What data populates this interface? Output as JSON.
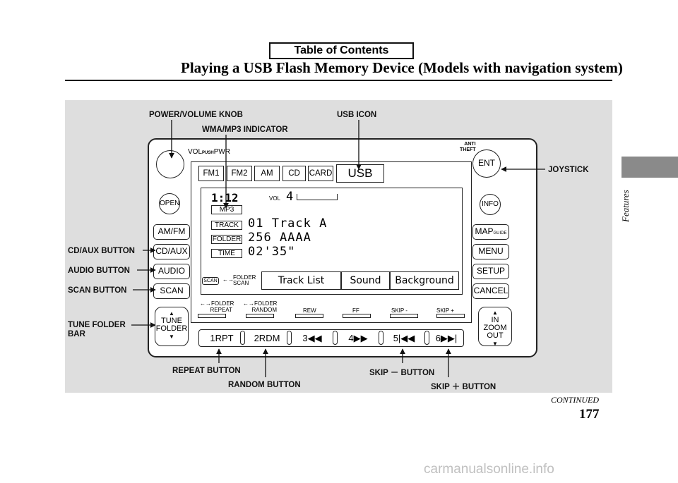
{
  "toc": "Table of Contents",
  "title": "Playing a USB Flash Memory Device (Models with navigation system)",
  "callouts": {
    "power": "POWER/VOLUME KNOB",
    "wma": "WMA/MP3 INDICATOR",
    "usb_icon": "USB ICON",
    "joystick": "JOYSTICK",
    "cdaux": "CD/AUX BUTTON",
    "audio": "AUDIO BUTTON",
    "scan": "SCAN BUTTON",
    "tune1": "TUNE FOLDER",
    "tune2": "BAR",
    "repeat": "REPEAT BUTTON",
    "random": "RANDOM BUTTON",
    "skipm": "SKIP － BUTTON",
    "skipp": "SKIP ＋ BUTTON"
  },
  "unit": {
    "vol_label": "VOL",
    "push": "PUSH",
    "pwr": "PWR",
    "anti": "ANTI",
    "theft": "THEFT",
    "open": "OPEN",
    "ent": "ENT",
    "info": "INFO",
    "left_buttons": [
      "AM/FM",
      "CD/AUX",
      "AUDIO",
      "SCAN"
    ],
    "right_buttons": [
      "MAP",
      "MENU",
      "SETUP",
      "CANCEL"
    ],
    "guide": "GUIDE",
    "tune": "TUNE",
    "folder": "FOLDER",
    "zoom_in": "IN",
    "zoom": "ZOOM",
    "zoom_out": "OUT"
  },
  "screen": {
    "tabs": [
      "FM1",
      "FM2",
      "AM",
      "CD",
      "CARD",
      "USB"
    ],
    "time": "1:12",
    "vol": "VOL",
    "vol_level": "4",
    "mp3": "MP3",
    "track_label": "TRACK",
    "track_value": "01 Track A",
    "folder_label": "FOLDER",
    "folder_value": "256 AAAA",
    "time_label": "TIME",
    "time_value": "02'35\"",
    "scan_label": "SCAN",
    "folder_scan1": "FOLDER",
    "folder_scan2": "SCAN",
    "soft_tabs": [
      "Track List",
      "Sound",
      "Background"
    ],
    "bottom_labels": [
      [
        "FOLDER",
        "REPEAT"
      ],
      [
        "FOLDER",
        "RANDOM"
      ],
      [
        "REW",
        ""
      ],
      [
        "FF",
        ""
      ],
      [
        "SKIP -",
        ""
      ],
      [
        "SKIP +",
        ""
      ]
    ]
  },
  "presets": [
    "1RPT",
    "2RDM",
    "3◀◀",
    "4▶▶",
    "5|◀◀",
    "6▶▶|"
  ],
  "continued": "CONTINUED",
  "page_number": "177",
  "section": "Features",
  "watermark": "carmanualsonline.info"
}
